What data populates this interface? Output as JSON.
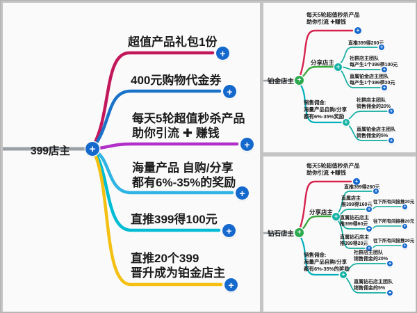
{
  "colors": {
    "accent_blue": "#1669cc",
    "branch_red": "#c2185b",
    "branch_blue": "#1a73c9",
    "branch_purple": "#b030c8",
    "branch_cyan": "#2fb4e3",
    "branch_teal": "#00bcd4",
    "branch_yellow": "#f3c013",
    "node_green": "#2daa4f",
    "sub_line_teal": "#12ada0",
    "trunk_gray": "#9aa0a6"
  },
  "glyphs": {
    "plus": "+"
  },
  "left_panel": {
    "root": "399店主",
    "branches": [
      {
        "lines": [
          "超值产品礼包1份"
        ]
      },
      {
        "lines": [
          "400元购物代金券"
        ]
      },
      {
        "lines": [
          "每天5轮超值秒杀产品",
          "助你引流 ✚ 赚钱"
        ]
      },
      {
        "lines": [
          "海量产品 自购/分享",
          "都有6%-35%的奖励"
        ]
      },
      {
        "lines": [
          "直推399得100元"
        ]
      },
      {
        "lines": [
          "直推20个399",
          "晋升成为铂金店主"
        ]
      }
    ]
  },
  "platinum_panel": {
    "root": "铂金店主",
    "seckill": {
      "lines": [
        "每天5轮超值秒杀产品",
        "助你引流 ✚赚钱"
      ]
    },
    "share": {
      "label": "分享店主",
      "leaves": [
        {
          "lines": [
            "直推399得200元"
          ]
        },
        {
          "lines": [
            "社群店主团队",
            "每产生1个399得100元"
          ]
        },
        {
          "lines": [
            "直属铂金店主团队",
            "每产生1个399得20元"
          ]
        }
      ]
    },
    "commission": {
      "lines": [
        "销售佣金:",
        "海量产品自购/分享",
        "都有6%-35%奖励"
      ],
      "leaves": [
        {
          "lines": [
            "社群店主团队",
            "销售佣金的20%"
          ]
        },
        {
          "lines": [
            "直属铂金店主团队",
            "销售佣金的5%"
          ]
        }
      ]
    }
  },
  "diamond_panel": {
    "root": "钻石店主",
    "seckill": {
      "lines": [
        "每天5轮超值秒杀产品",
        "助你引流 ✚赚钱"
      ]
    },
    "share": {
      "label": "分享店主",
      "leaves": [
        {
          "lines": [
            "直推399得260元"
          ]
        },
        {
          "lines": [
            "直属店主",
            "推399得160元"
          ],
          "child": "往下所有间接推20元"
        },
        {
          "lines": [
            "直属钻石店主",
            "推399得60元"
          ],
          "child": "往下所有间接推20元"
        },
        {
          "lines": [
            "直属钻石店主",
            "推399得20元"
          ],
          "child": "往下所有间接推20元"
        }
      ]
    },
    "commission": {
      "lines": [
        "销售佣金:",
        "海量产品自购/分享",
        "都有6%-35%的奖励"
      ],
      "leaves": [
        {
          "lines": [
            "社群店主团队",
            "销售佣金的20%"
          ]
        },
        {
          "lines": [
            "直属钻石店主团队",
            "销售佣金的5%"
          ]
        }
      ]
    }
  }
}
